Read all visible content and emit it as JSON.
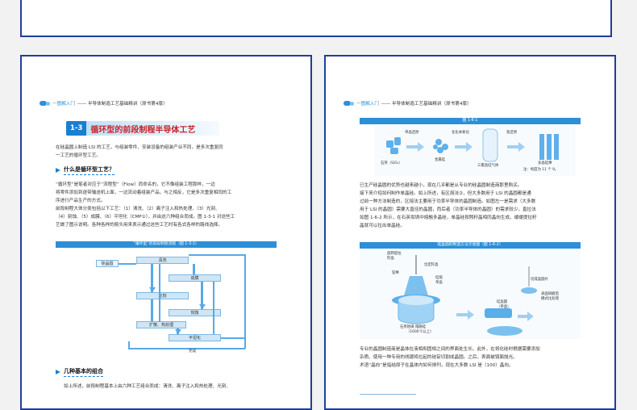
{
  "running_head": {
    "brand": "一图解入门",
    "title": "—— 半导体制造工艺基础精讲（原书第4版）"
  },
  "left_page": {
    "section": {
      "num": "1-3",
      "title": "循环型的前段制程半导体工艺"
    },
    "intro": [
      "在硅晶圆上制造 LSI 的工艺，与组装零件、安装设备的组装产业不同，是多次重复同",
      "一工艺的循环型工艺。"
    ],
    "sub1": "什么是循环型工艺？",
    "body": [
      "“循环型”是笔者对应于“流程型”（Flow）而命名的，它不像组装工程那样，一边",
      "将零件添加到逐带输送机上面，一边流动着组装产品，与之相反，它是多次重复相同的工",
      "序进行产品生产的方式。",
      "前段制程大体分类包括以下工艺：（1）清洗、（2）离子注入和热处理、（3）光刻、",
      "（4）刻蚀、（5）成膜、（6）平坦化（CMP①），并由这六种组合而成。图 1-3-1 对这些工",
      "艺做了图示说明。各种各样的箭头用来表示通过这些工艺时有各式各样的路线选择。"
    ],
    "fig1_caption": "“循环型”的前段制程流程（图 1-3-1）",
    "flow": {
      "wafer": "硅晶圆",
      "clean": "清洗",
      "film": "成膜",
      "litho": "光刻",
      "etch": "刻蚀",
      "implant": "扩散、热处理",
      "cmp": "平坦化",
      "done": "完成"
    },
    "sub2": "几种基本的组合",
    "body2": "如上所述，前段制程基本上由六种工艺组合而成：清洗、离子注入和热处理、光刻、"
  },
  "right_page": {
    "fig2_caption": "图 1-6-1",
    "fig2_labels": {
      "ore": "石英（SiO₂）",
      "stage1": "单晶还原",
      "metal_si": "金属硅",
      "stage2": "化化本氧化",
      "gas": "三氯氢硅气体",
      "stage3": "氢还原",
      "poly": "多晶硅棒",
      "poly_note": "注：纯度为 11 个 9。"
    },
    "body": [
      "已生产硅晶圆的优势也越来越小，现在几乎都是从专业的硅晶圆制造商那里购买。",
      "接下来介绍如何制作单晶硅。如上所述，有区熔法②，但大多数用于 LSI 的晶圆都是通",
      "过前一种方法制造的，区熔法主要用于功率半导体的晶圆制造。如图左一是需求（大多数",
      "用于 LSI 的晶圆）需要大直径的晶圆，而后者（功率半导体的晶圆）的需求较少。直拉法",
      "如图 1-6-2 所示，在石英坩埚中熔融多晶硅，单晶硅按照籽晶相同晶向生成，缓缓提拉籽",
      "晶就可以拉出单晶硅。"
    ],
    "fig3_caption": "硅晶圆的制造方法示意图（图 1-6-2）",
    "fig3_labels": {
      "seed_rot": "旋转提拉",
      "seed_chuck": "籽晶",
      "seed": "位定籽晶",
      "crystal": "单晶",
      "melt_in": "硅熔",
      "ingot": "锭棒",
      "crucible": "石英坩埚  熔融硅",
      "temp": "（1000℃以上）",
      "cut": "切成晶圆片",
      "polish": "表面研磨后\n模式化处理",
      "wafer_out": "硅晶圆\n（单晶）"
    },
    "body2": [
      "专业的晶圆制造商是晶体在液相和固相之间的界面处生长。此外，在将化硅时根据需要添加",
      "杂质。使用一种专用的线锯将拉起的硅锭切割成晶圆。之后，表面被镜面抛光。",
      "术语“晶向”是指结原子在晶体内如何排列，现在大多数 LSI 是（100）晶向。"
    ]
  }
}
